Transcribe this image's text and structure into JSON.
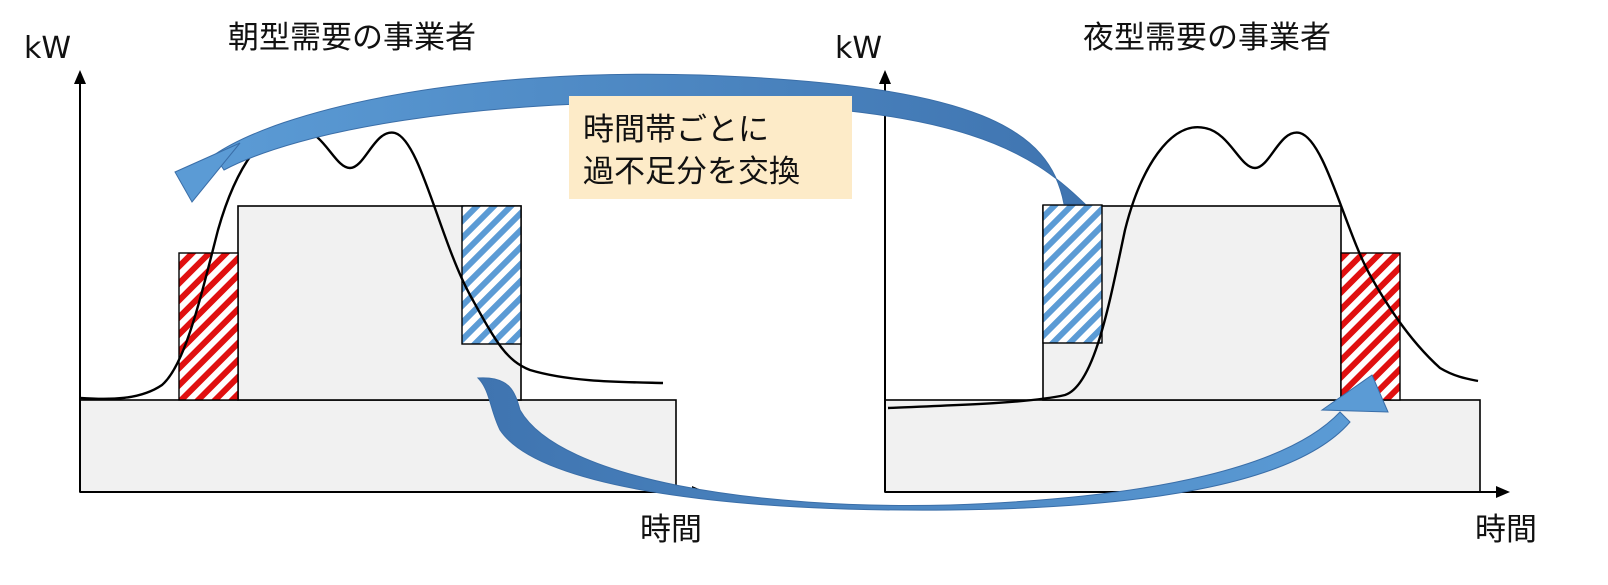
{
  "left_panel": {
    "title": "朝型需要の事業者",
    "y_axis_unit": "kW",
    "x_axis_label": "時間"
  },
  "right_panel": {
    "title": "夜型需要の事業者",
    "y_axis_unit": "kW",
    "x_axis_label": "時間"
  },
  "callout": {
    "line1": "時間帯ごとに",
    "line2": "過不足分を交換"
  },
  "colors": {
    "surplus_hatch": "#e01010",
    "shortage_hatch": "#5b9bd5",
    "arrow": "#4a86c8",
    "block_fill": "#f1f1f1",
    "callout_bg": "#fdebc8",
    "curve": "#000000"
  }
}
